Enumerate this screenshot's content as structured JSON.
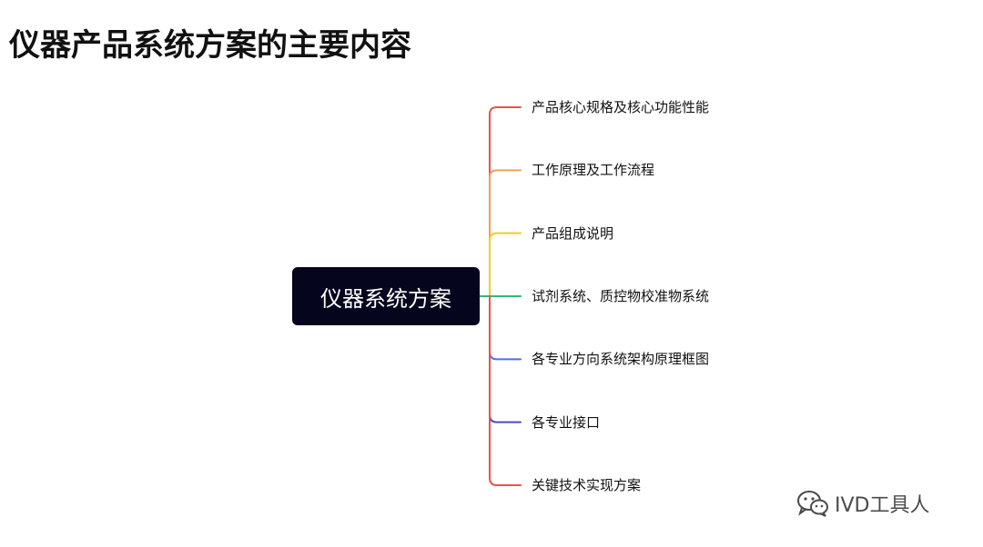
{
  "title": "仪器产品系统方案的主要内容",
  "root": {
    "label": "仪器系统方案"
  },
  "branches": [
    {
      "label": "产品核心规格及核心功能性能",
      "color": "#e8544a"
    },
    {
      "label": "工作原理及工作流程",
      "color": "#f0a050"
    },
    {
      "label": "产品组成说明",
      "color": "#f2cc2a"
    },
    {
      "label": "试剂系统、质控物校准物系统",
      "color": "#2fb872"
    },
    {
      "label": "各专业方向系统架构原理框图",
      "color": "#4a72e8"
    },
    {
      "label": "各专业接口",
      "color": "#4c4ab8"
    },
    {
      "label": "关键技术实现方案",
      "color": "#e8544a"
    }
  ],
  "watermark": {
    "text": "IVD工具人",
    "icon": "wechat-icon"
  }
}
